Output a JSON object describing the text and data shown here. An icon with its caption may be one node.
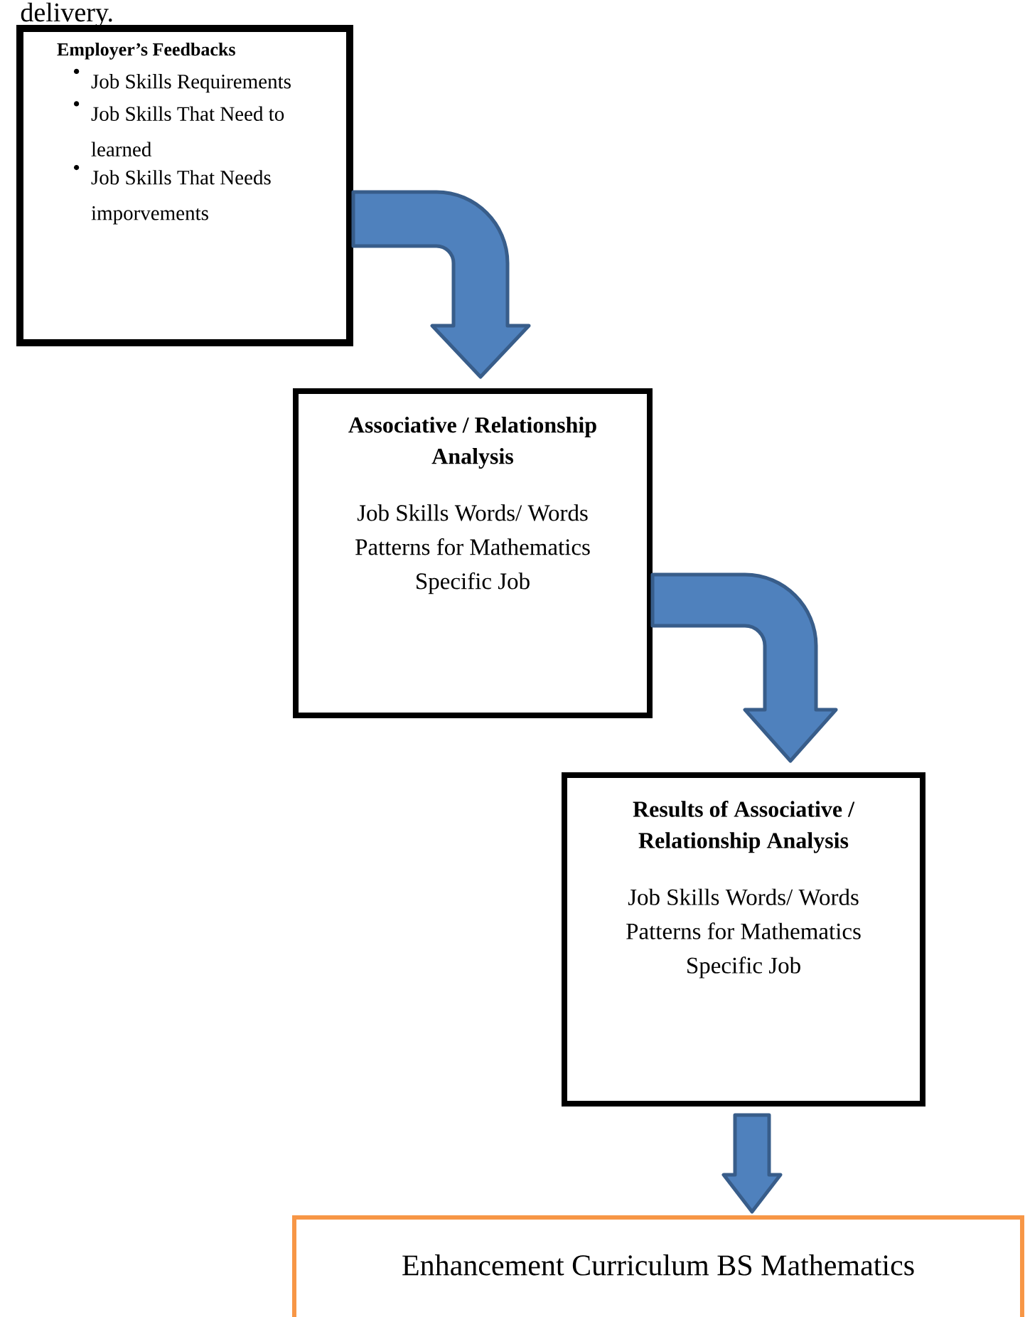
{
  "diagram": {
    "nodes": [
      {
        "text": [
          "Employer’s Feedbacks",
          "Job Skills Requirements",
          "Job Skills That Need to learned",
          "Job Skills That Needs imporvements"
        ]
      },
      {
        "text": [
          "Associative / Relationship Analysis",
          "Job Skills Words/ Words Patterns for Mathematics Specific Job"
        ]
      },
      {
        "text": [
          "Results of Associative / Relationship Analysis",
          "Job Skills Words/ Words Patterns for Mathematics Specific Job"
        ]
      },
      {
        "text": [
          "Enhancement Curriculum BS Mathematics"
        ]
      }
    ],
    "edges": [
      {
        "from": 0,
        "to": 1,
        "arrow": "to"
      },
      {
        "from": 1,
        "to": 2,
        "arrow": "to"
      },
      {
        "from": 2,
        "to": 3,
        "arrow": "to"
      }
    ],
    "labels": [
      "delivery."
    ]
  }
}
